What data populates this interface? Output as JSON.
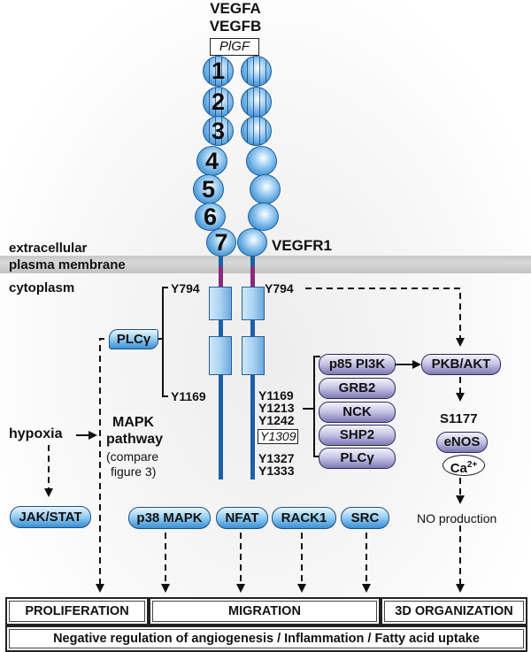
{
  "ligands": [
    "VEGFA",
    "VEGFB",
    "PlGF"
  ],
  "regions": {
    "extracellular": "extracellular",
    "membrane": "plasma membrane",
    "cytoplasm": "cytoplasm"
  },
  "receptor": {
    "name": "VEGFR1",
    "ig_domains": [
      "1",
      "2",
      "3",
      "4",
      "5",
      "6",
      "7"
    ]
  },
  "sites": {
    "left_top": "Y794",
    "left_bottom": "Y1169",
    "right_top": "Y794",
    "right_cluster": [
      "Y1169",
      "Y1213",
      "Y1242",
      "Y1309",
      "Y1327",
      "Y1333"
    ],
    "boxed_site": "Y1309",
    "enos_site": "S1177"
  },
  "adaptors": [
    "p85 PI3K",
    "GRB2",
    "NCK",
    "SHP2",
    "PLCγ"
  ],
  "left_plc": "PLCγ",
  "pkb": "PKB/AKT",
  "enos": "eNOS",
  "calcium": "Ca",
  "calcium_sup": "2+",
  "no_production": "NO production",
  "hypoxia": "hypoxia",
  "mapk": {
    "line1": "MAPK",
    "line2": "pathway",
    "line3": "(compare",
    "line4": "figure 3)"
  },
  "effectors": [
    "JAK/STAT",
    "p38 MAPK",
    "NFAT",
    "RACK1",
    "SRC"
  ],
  "outcomes": {
    "proliferation": "PROLIFERATION",
    "migration": "MIGRATION",
    "organization": "3D ORGANIZATION",
    "bottom": "Negative regulation of angiogenesis / Inflammation / Fatty acid uptake"
  },
  "colors": {
    "receptor_blue": "#2c76bd",
    "adaptor_purple": "#7d79b5",
    "stem_blue": "#1f5fa8",
    "transmembrane_purple": "#8a2a7a"
  }
}
